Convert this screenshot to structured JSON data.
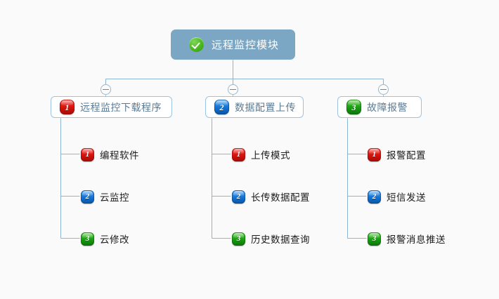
{
  "canvas": {
    "background": "#fafafa",
    "wire_color": "#8eb4d4",
    "root_fill": "#7ba7c4",
    "branch_border": "#9dc3e0",
    "branch_text": "#5a7b96",
    "leaf_text": "#1d1d1d",
    "badge_colors": [
      "#d8130c",
      "#1374d6",
      "#18a010"
    ]
  },
  "root": {
    "label": "远程监控模块",
    "icon": "check-circle-icon"
  },
  "toggles": [
    {
      "name": "collapse-toggle-1",
      "symbol": "−"
    },
    {
      "name": "collapse-toggle-2",
      "symbol": "−"
    },
    {
      "name": "collapse-toggle-3",
      "symbol": "−"
    }
  ],
  "branches": [
    {
      "badge": "1",
      "label": "远程监控下载程序",
      "children": [
        {
          "badge": "1",
          "label": "编程软件"
        },
        {
          "badge": "2",
          "label": "云监控"
        },
        {
          "badge": "3",
          "label": "云修改"
        }
      ]
    },
    {
      "badge": "2",
      "label": "数据配置上传",
      "children": [
        {
          "badge": "1",
          "label": "上传模式"
        },
        {
          "badge": "2",
          "label": "长传数据配置"
        },
        {
          "badge": "3",
          "label": "历史数据查询"
        }
      ]
    },
    {
      "badge": "3",
      "label": "故障报警",
      "children": [
        {
          "badge": "1",
          "label": "报警配置"
        },
        {
          "badge": "2",
          "label": "短信发送"
        },
        {
          "badge": "3",
          "label": "报警消息推送"
        }
      ]
    }
  ]
}
